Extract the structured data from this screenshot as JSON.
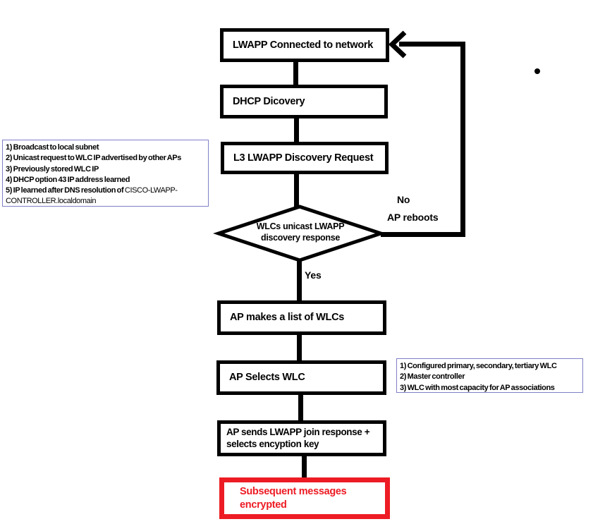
{
  "diagram": {
    "type": "flowchart",
    "subject": "LWAPP AP discovery and join process",
    "nodes": {
      "lwapp_connected": "LWAPP Connected to network",
      "dhcp_discovery": "DHCP Dicovery",
      "l3_discovery_request": "L3 LWAPP Discovery Request",
      "decision_wlc_response": "WLCs unicast LWAPP\ndiscovery response",
      "ap_list_wlcs": "AP makes a list of WLCs",
      "ap_selects_wlc": "AP Selects WLC",
      "ap_join_response": "AP sends LWAPP join response +\nselects encyption key",
      "messages_encrypted": "Subsequent messages\nencrypted"
    },
    "edge_labels": {
      "yes": "Yes",
      "no": "No",
      "ap_reboots": "AP reboots"
    },
    "notes": {
      "discovery_methods": {
        "line1": "1) Broadcast to local subnet",
        "line2": "2) Unicast request to WLC IP advertised by other APs",
        "line3": "3) Previously stored WLC IP",
        "line4": "4) DHCP option 43 IP address learned",
        "line5_bold": "5) IP learned after DNS resolution of ",
        "line5_plain": "CISCO-LWAPP-CONTROLLER.localdomain"
      },
      "wlc_selection": {
        "line1": "1) Configured primary, secondary, tertiary WLC",
        "line2": "2) Master controller",
        "line3": "3) WLC with most capacity for AP associations"
      }
    },
    "colors": {
      "line_black": "#000000",
      "highlight_red": "#ed1c24",
      "note_border_blue": "#7f7fc8",
      "background": "#ffffff"
    }
  }
}
